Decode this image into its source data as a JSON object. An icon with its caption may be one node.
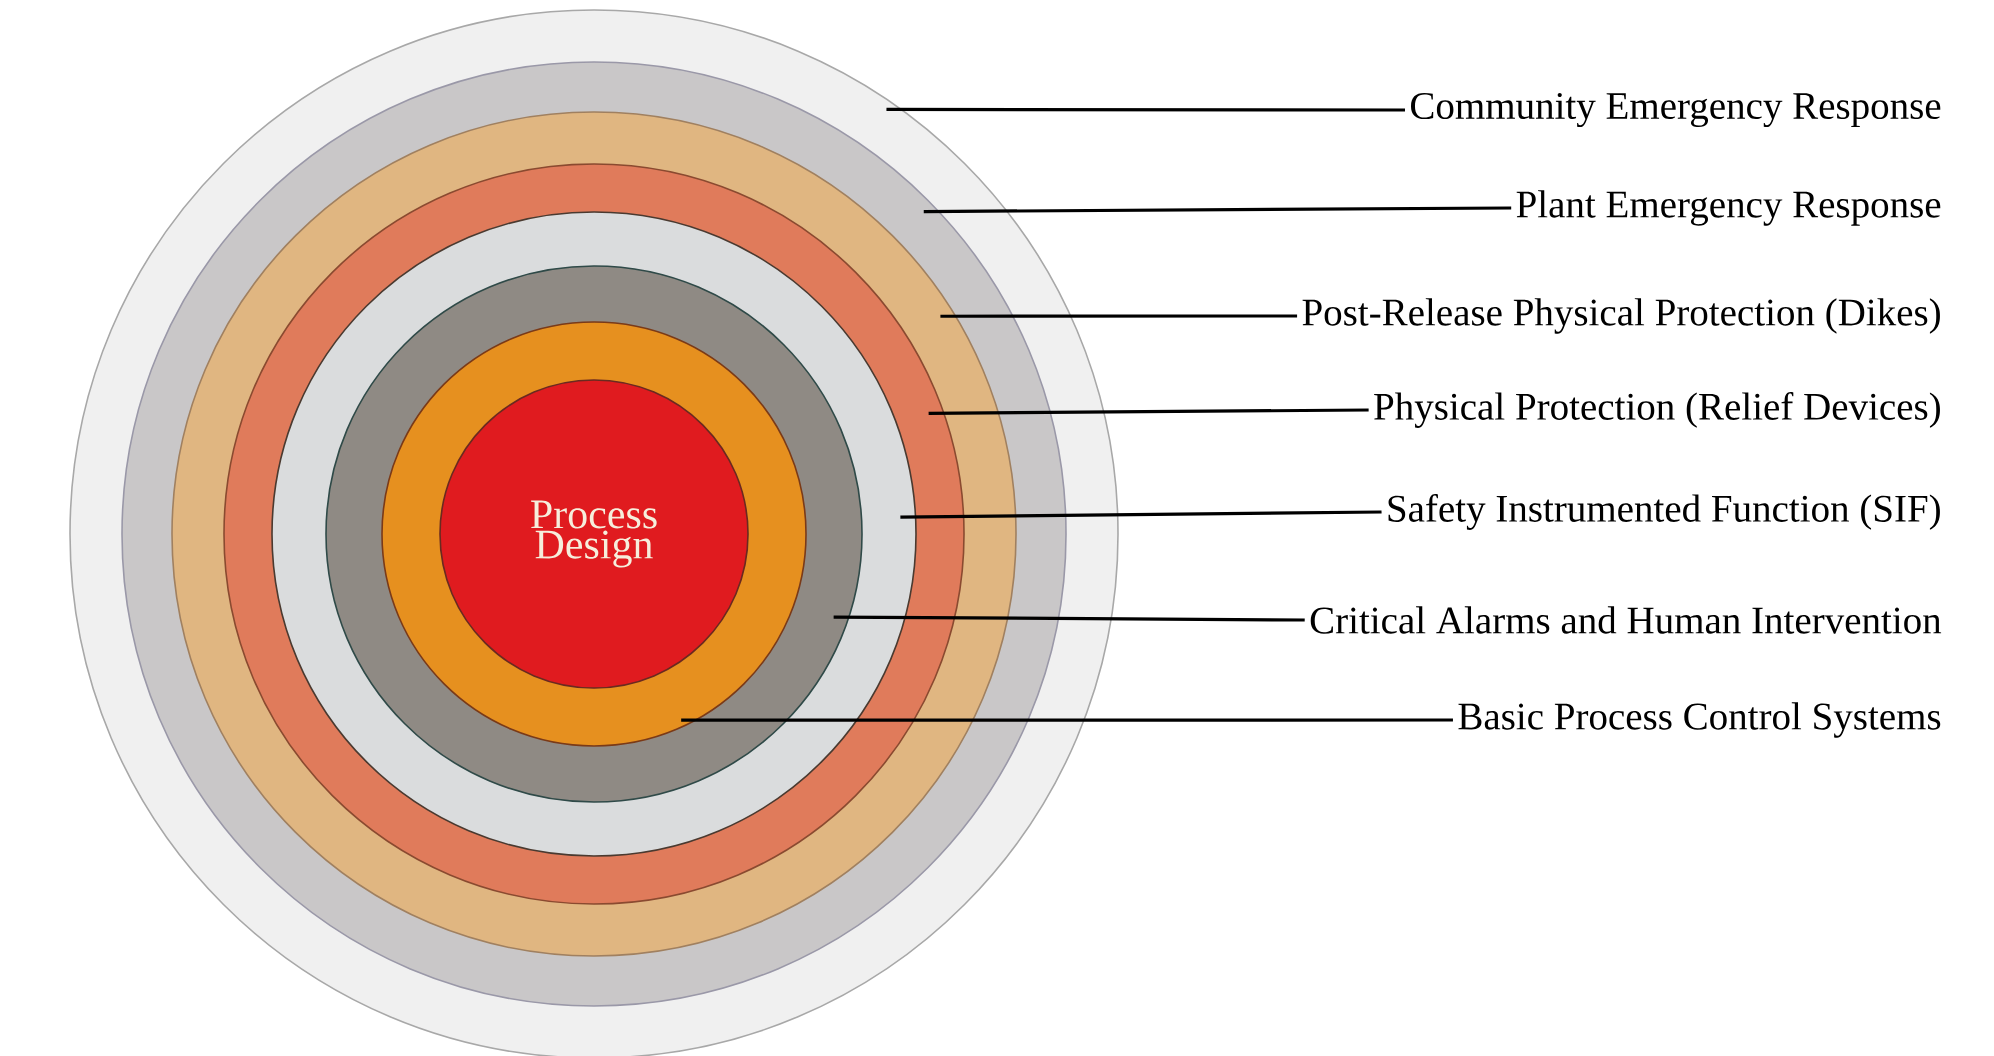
{
  "diagram": {
    "nodes": [
      {
        "text": [],
        "shape": "circle"
      },
      {
        "text": [],
        "shape": "circle",
        "in": 0
      },
      {
        "text": [],
        "shape": "circle",
        "in": 1
      },
      {
        "text": [],
        "shape": "circle",
        "in": 2
      },
      {
        "text": [],
        "shape": "circle",
        "in": 3
      },
      {
        "text": [],
        "shape": "circle",
        "in": 4
      },
      {
        "text": [],
        "shape": "circle",
        "in": 5
      },
      {
        "text": [
          "Process Design"
        ],
        "in": 6
      },
      {
        "text": [
          "Community Emergency Response"
        ]
      },
      {
        "text": [
          "Plant Emergency Response"
        ]
      },
      {
        "text": [
          "Post-Release Physical Protection (Dikes)"
        ]
      },
      {
        "text": [
          "Physical Protection (Relief Devices)"
        ]
      },
      {
        "text": [
          "Safety Instrumented Function (SIF)"
        ]
      },
      {
        "text": [
          "Critical Alarms and Human Intervention"
        ]
      },
      {
        "text": [
          "Basic Process Control Systems"
        ]
      }
    ],
    "edges": [
      {
        "from": 8,
        "to": 0,
        "arrow": "none"
      },
      {
        "from": 9,
        "to": 1,
        "arrow": "none"
      },
      {
        "from": 10,
        "to": 2,
        "arrow": "none"
      },
      {
        "from": 11,
        "to": 3,
        "arrow": "none"
      },
      {
        "from": 12,
        "to": 4,
        "arrow": "none"
      },
      {
        "from": 13,
        "to": 5,
        "arrow": "none"
      },
      {
        "from": 14,
        "to": 6,
        "arrow": "none"
      }
    ]
  }
}
